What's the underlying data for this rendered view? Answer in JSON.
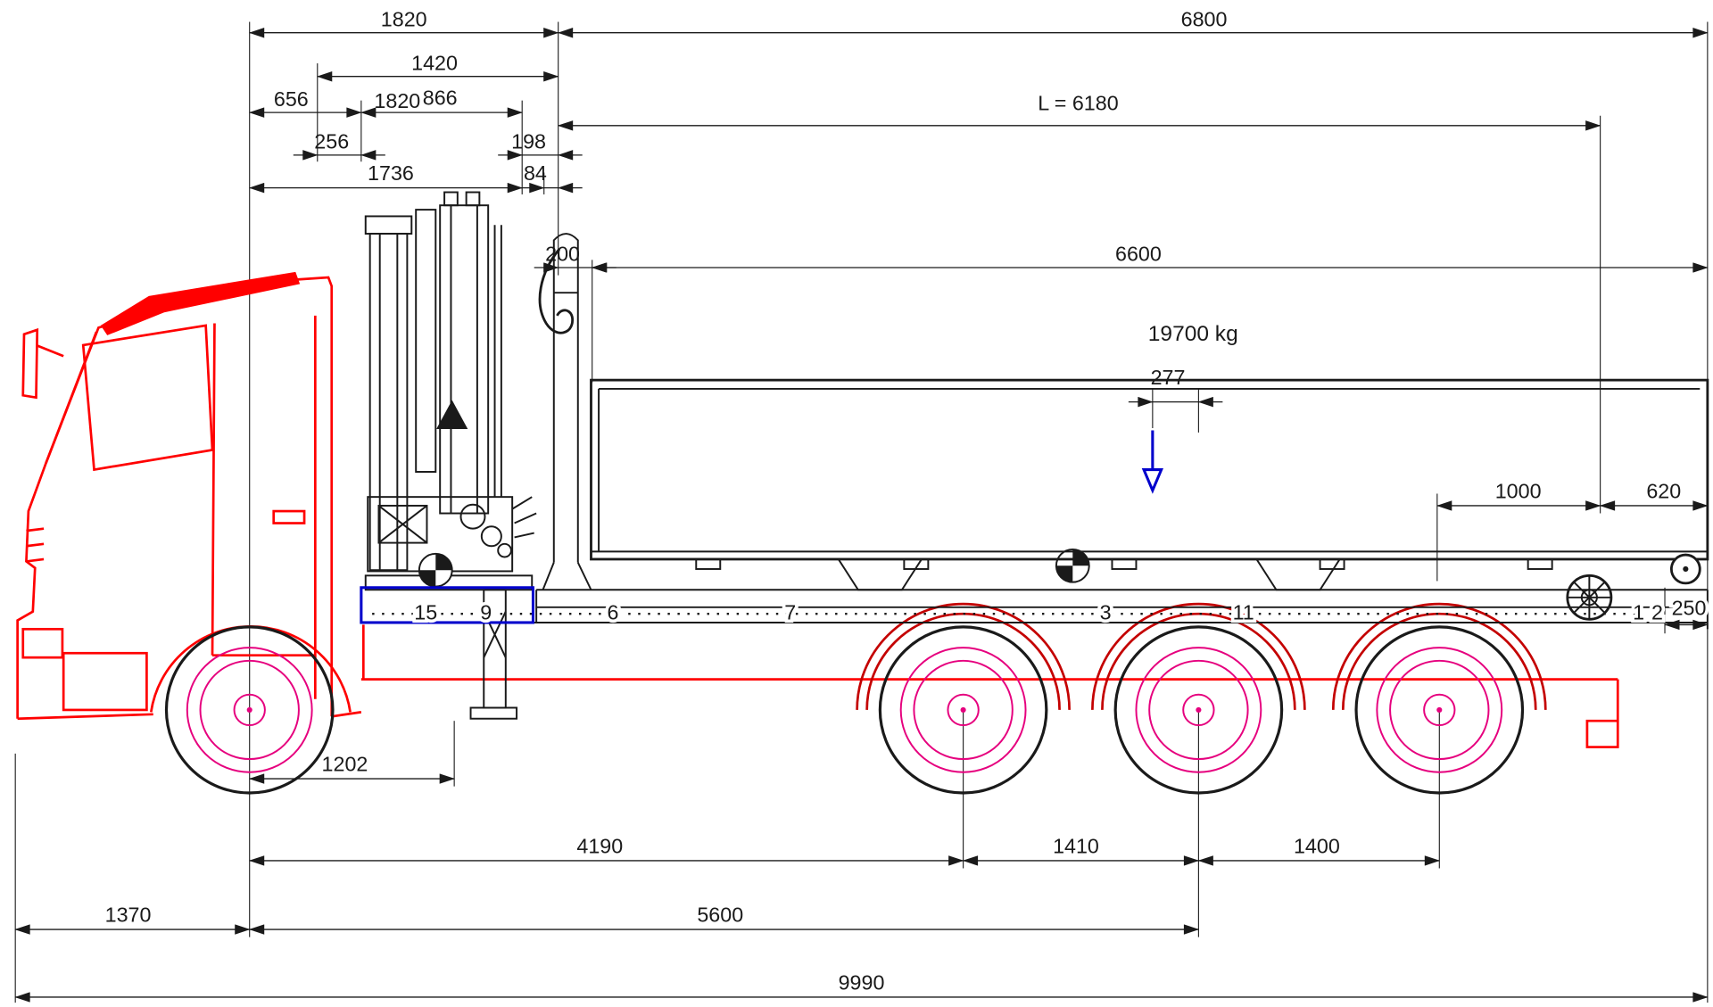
{
  "drawing": {
    "type": "technical-dimension-drawing",
    "subject": "Hooklift crane truck side elevation"
  },
  "dims": {
    "d1820a": "1820",
    "d6800": "6800",
    "d1420": "1420",
    "d656": "656",
    "d1820b": "1820",
    "d866": "866",
    "dL": "L = 6180",
    "d256": "256",
    "d198": "198",
    "d1736": "1736",
    "d84": "84",
    "d200": "200",
    "d6600": "6600",
    "weight": "19700 kg",
    "d277": "277",
    "d1000": "1000",
    "d620": "620",
    "d250": "250",
    "d1202": "1202",
    "d4190": "4190",
    "d1410": "1410",
    "d1400": "1400",
    "d1370": "1370",
    "d5600": "5600",
    "d9990": "9990"
  },
  "callouts": [
    {
      "label": "15"
    },
    {
      "label": "9"
    },
    {
      "label": "6"
    },
    {
      "label": "7"
    },
    {
      "label": "3"
    },
    {
      "label": "11"
    },
    {
      "label": "1"
    },
    {
      "label": "2"
    }
  ],
  "colors": {
    "cab_red": "#ff0000",
    "wheel_magenta": "#e6007e",
    "fender_red": "#c40000",
    "line_black": "#1a1a1a",
    "accent_blue": "#0000cc",
    "background": "#ffffff"
  }
}
